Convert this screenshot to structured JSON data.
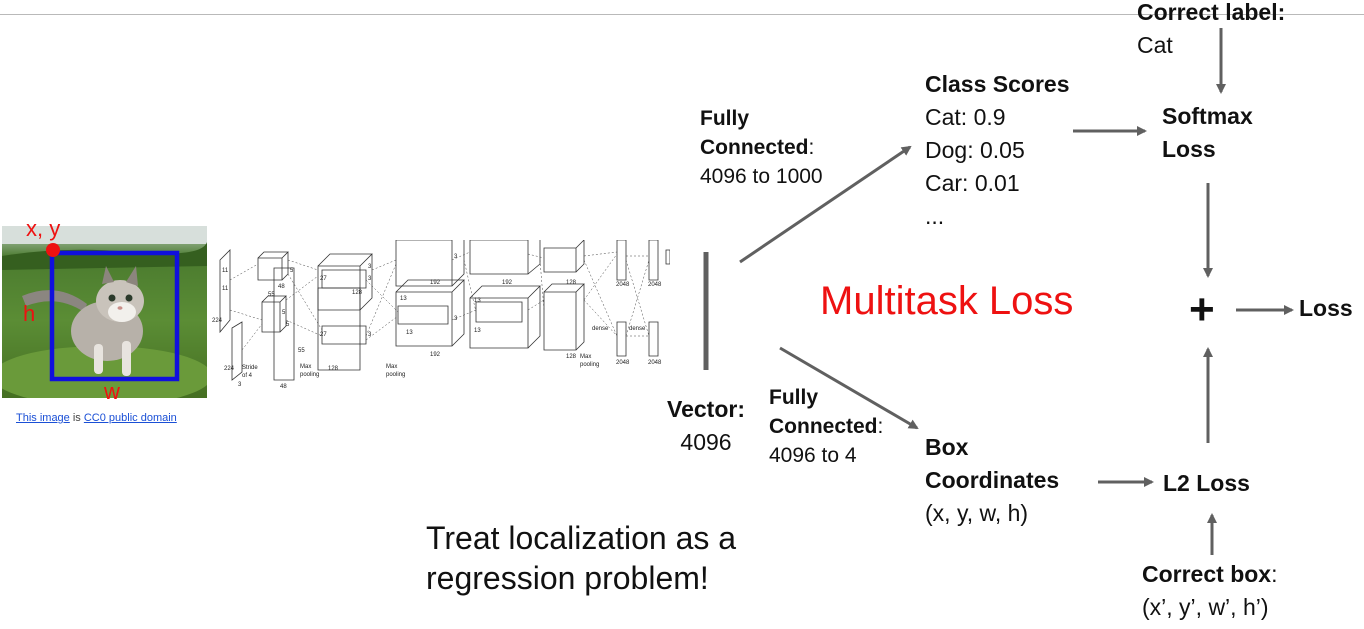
{
  "correct_label": {
    "title": "Correct label:",
    "value": "Cat"
  },
  "class_scores": {
    "title": "Class Scores",
    "items": [
      "Cat: 0.9",
      "Dog: 0.05",
      "Car: 0.01",
      "..."
    ]
  },
  "softmax_loss": {
    "line1": "Softmax",
    "line2": "Loss"
  },
  "fc_top": {
    "line1": "Fully",
    "line2": "Connected",
    "suffix": ":",
    "line3": "4096 to 1000"
  },
  "fc_bottom": {
    "line1": "Fully",
    "line2": "Connected",
    "suffix": ":",
    "line3": "4096 to 4"
  },
  "multitask_loss": "Multitask Loss",
  "plus_symbol": "+",
  "loss_output": "Loss",
  "vector": {
    "title": "Vector:",
    "value": "4096"
  },
  "box_coordinates": {
    "line1": "Box",
    "line2": "Coordinates",
    "line3": "(x, y, w, h)"
  },
  "l2_loss": "L2 Loss",
  "correct_box": {
    "title": "Correct box",
    "suffix": ":",
    "value": "(x’, y’, w’, h’)"
  },
  "caption": {
    "line1": "Treat localization as a",
    "line2": "regression problem!"
  },
  "image_labels": {
    "xy": "x, y",
    "h": "h",
    "w": "w"
  },
  "image_credit": {
    "link1": "This image",
    "middle": " is ",
    "link2": "CC0 public domain"
  },
  "cnn_labels": {
    "nums": [
      "11",
      "11",
      "224",
      "224",
      "55",
      "55",
      "5",
      "5",
      "5",
      "27",
      "27",
      "48",
      "128",
      "128",
      "3",
      "3",
      "3",
      "3",
      "3",
      "13",
      "13",
      "13",
      "13",
      "192",
      "192",
      "192",
      "128",
      "128",
      "2048",
      "2048",
      "2048",
      "2048",
      "3",
      "48"
    ],
    "stride": "Stride",
    "of4": "of 4",
    "maxpool": "Max",
    "pooling": "pooling",
    "dense": "dense"
  },
  "colors": {
    "arrow": "#606060",
    "box": "#1010dd",
    "accent_red": "#ee1111",
    "link": "#1a4fd6"
  }
}
